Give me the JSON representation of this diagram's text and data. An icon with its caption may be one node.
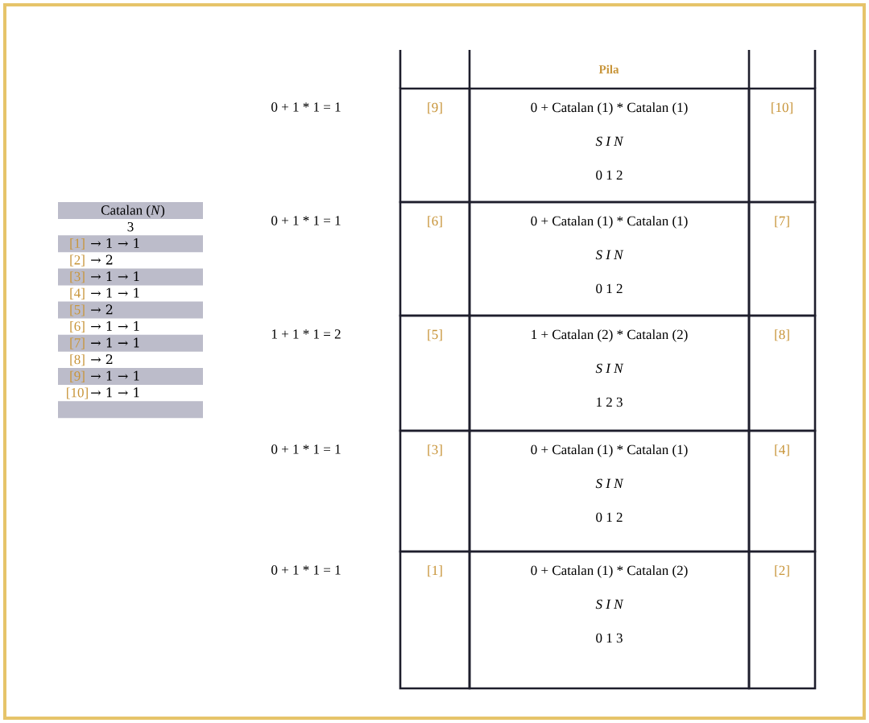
{
  "diagram": {
    "nodes": [
      {
        "text": [
          "Catalan (*N*)",
          "3",
          "[1]",
          "→ 1 → 1",
          "[2]",
          "→ 2",
          "[3]",
          "→ 1 → 1",
          "[4]",
          "→ 1 → 1",
          "[5]",
          "→ 2",
          "[6]",
          "→ 1 → 1",
          "[7]",
          "→ 1 → 1",
          "[8]",
          "→ 2",
          "[9]",
          "→ 1 → 1",
          "[10]",
          "→ 1 → 1"
        ]
      },
      {
        "text": [
          "Pila"
        ]
      },
      {
        "text": [
          "[9]"
        ]
      },
      {
        "text": [
          "0 + Catalan (1) * Catalan (1)",
          "S I N",
          "0 1 2"
        ]
      },
      {
        "text": [
          "[10]"
        ]
      },
      {
        "text": [
          "[6]"
        ]
      },
      {
        "text": [
          "0 + Catalan (1) * Catalan (1)",
          "S I N",
          "0 1 2"
        ]
      },
      {
        "text": [
          "[7]"
        ]
      },
      {
        "text": [
          "[5]"
        ]
      },
      {
        "text": [
          "1 + Catalan (2) * Catalan (2)",
          "S I N",
          "1 2 3"
        ]
      },
      {
        "text": [
          "[8]"
        ]
      },
      {
        "text": [
          "[3]"
        ]
      },
      {
        "text": [
          "0 + Catalan (1) * Catalan (1)",
          "S I N",
          "0 1 2"
        ]
      },
      {
        "text": [
          "[4]"
        ]
      },
      {
        "text": [
          "[1]"
        ]
      },
      {
        "text": [
          "0 + Catalan (1) * Catalan (2)",
          "S I N",
          "0 1 3"
        ]
      },
      {
        "text": [
          "[2]"
        ]
      }
    ],
    "labels": [
      "0 + 1 * 1 = 1",
      "0 + 1 * 1 = 1",
      "1 + 1 * 1 = 2",
      "0 + 1 * 1 = 1",
      "0 + 1 * 1 = 1"
    ]
  }
}
